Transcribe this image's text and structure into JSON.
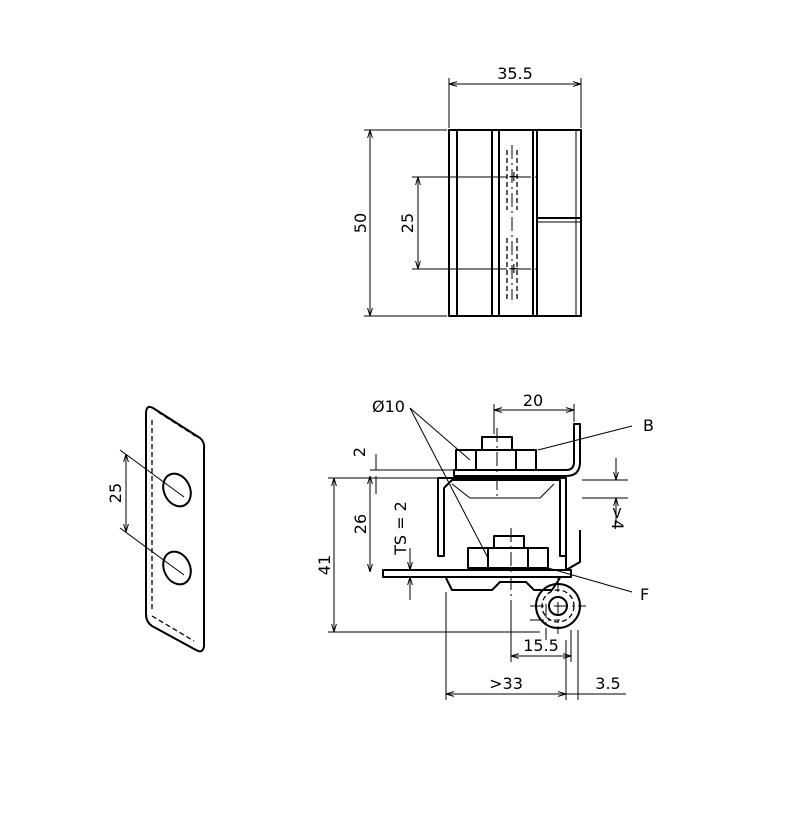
{
  "front_view": {
    "dim_width": "35.5",
    "dim_height": "50",
    "dim_hole_spacing": "25"
  },
  "side_view": {
    "dim_hole_diameter": "Ø10",
    "dim_top_width": "20",
    "label_b": "B",
    "dim_two": "2",
    "dim_twenty_six": "26",
    "dim_ts": "TS = 2",
    "dim_forty_one": "41",
    "dim_gt_four": ">4",
    "label_f": "F",
    "dim_fifteen_five": "15.5",
    "dim_gt_thirty_three": ">33",
    "dim_three_five": "3.5"
  },
  "plate_view": {
    "dim_hole_spacing": "25"
  }
}
